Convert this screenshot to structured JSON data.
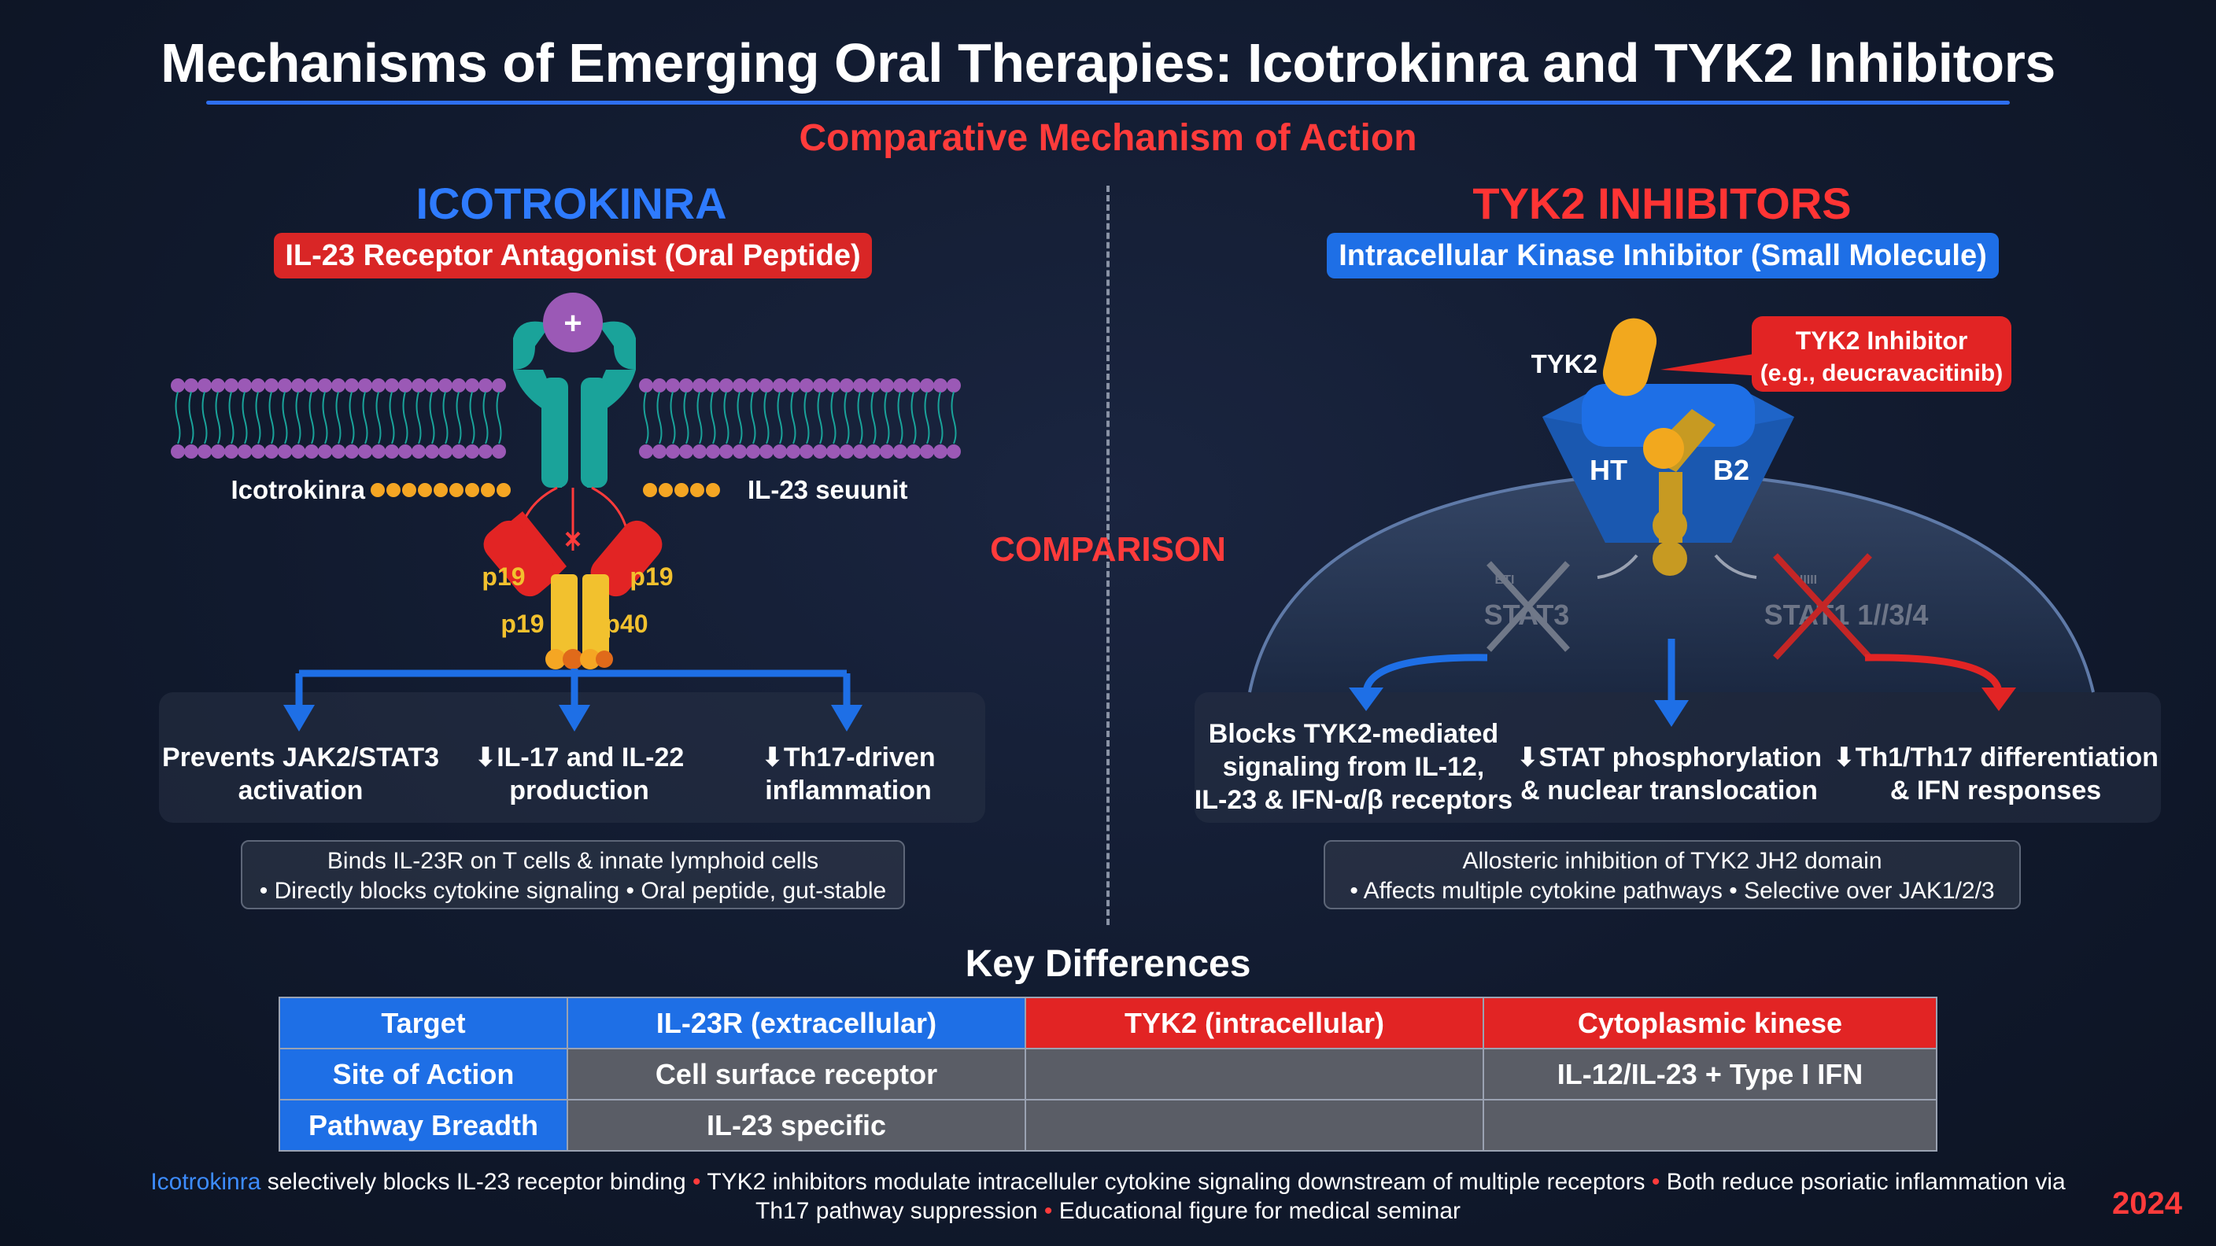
{
  "title": "Mechanisms of Emerging Oral Therapies: Icotrokinra and TYK2 Inhibitors",
  "subtitle": "Comparative Mechanism of Action",
  "left": {
    "heading": "ICOTROKINRA",
    "pill": "IL-23 Receptor Antagonist (Oral Peptide)",
    "plus_symbol": "+",
    "label_drug": "Icotrokinra",
    "label_subunit": "IL-23 seuunit",
    "p19_left": "p19",
    "p19_right": "p19",
    "p19_lower": "p19",
    "p40": "p40",
    "outcomes": [
      "Prevents JAK2/STAT3\nactivation",
      "⬇IL-17 and IL-22\nproduction",
      "⬇Th17-driven\ninflammation"
    ],
    "info_line1": "Binds IL-23R on T cells & innate lymphoid cells",
    "info_line2": "• Directly blocks cytokine signaling • Oral peptide, gut-stable"
  },
  "comparison_label": "COMPARISON",
  "right": {
    "heading": "TYK2 INHIBITORS",
    "pill": "Intracellular Kinase Inhibitor (Small Molecule)",
    "tyk2_label": "TYK2",
    "callout_line1": "TYK2 Inhibitor",
    "callout_line2": "(e.g., deucravacitinib)",
    "ht": "HT",
    "b2": "B2",
    "stat_left": "STAT3",
    "stat_right": "STAT1 1//3/4",
    "stat_left_sub": "ETI",
    "stat_right_sub": "IIIII",
    "outcomes": [
      "Blocks TYK2-mediated\nsignaling from IL-12,\nIL-23 & IFN-α/β receptors",
      "⬇STAT phosphorylation\n& nuclear translocation",
      "⬇Th1/Th17 differentiation\n& IFN responses"
    ],
    "info_line1": "Allosteric inhibition of TYK2 JH2 domain",
    "info_line2": "• Affects multiple cytokine pathways • Selective over JAK1/2/3"
  },
  "key_differences": {
    "title": "Key Differences",
    "rows": [
      [
        "Target",
        "IL-23R (extracellular)",
        "TYK2 (intracellular)",
        "Cytoplasmic kinese"
      ],
      [
        "Site of Action",
        "Cell surface receptor",
        "",
        "IL-12/IL-23 + Type I IFN"
      ],
      [
        "Pathway Breadth",
        "IL-23 specific",
        "",
        ""
      ]
    ],
    "icons": [
      "receptor-icon",
      "molecule-icon",
      "kinase-pair-icon"
    ]
  },
  "footer": {
    "drug": "Icotrokinra",
    "part1": " selectively blocks IL-23 receptor binding ",
    "bullet": "•",
    "part2": " TYK2 inhibitors modulate intracelluler cytokine signaling downstream of multiple receptors ",
    "part3": " Both reduce psoriatic inflammation via",
    "part4": "Th17 pathway suppression ",
    "part5": " Educational figure for medical seminar"
  },
  "year": "2024",
  "colors": {
    "blue": "#2e6ff0",
    "red": "#e22424",
    "teal": "#1aa39a",
    "purple": "#9b59b6",
    "orange": "#f5a623",
    "yellow": "#f2c12e",
    "background": "#111a2e"
  }
}
